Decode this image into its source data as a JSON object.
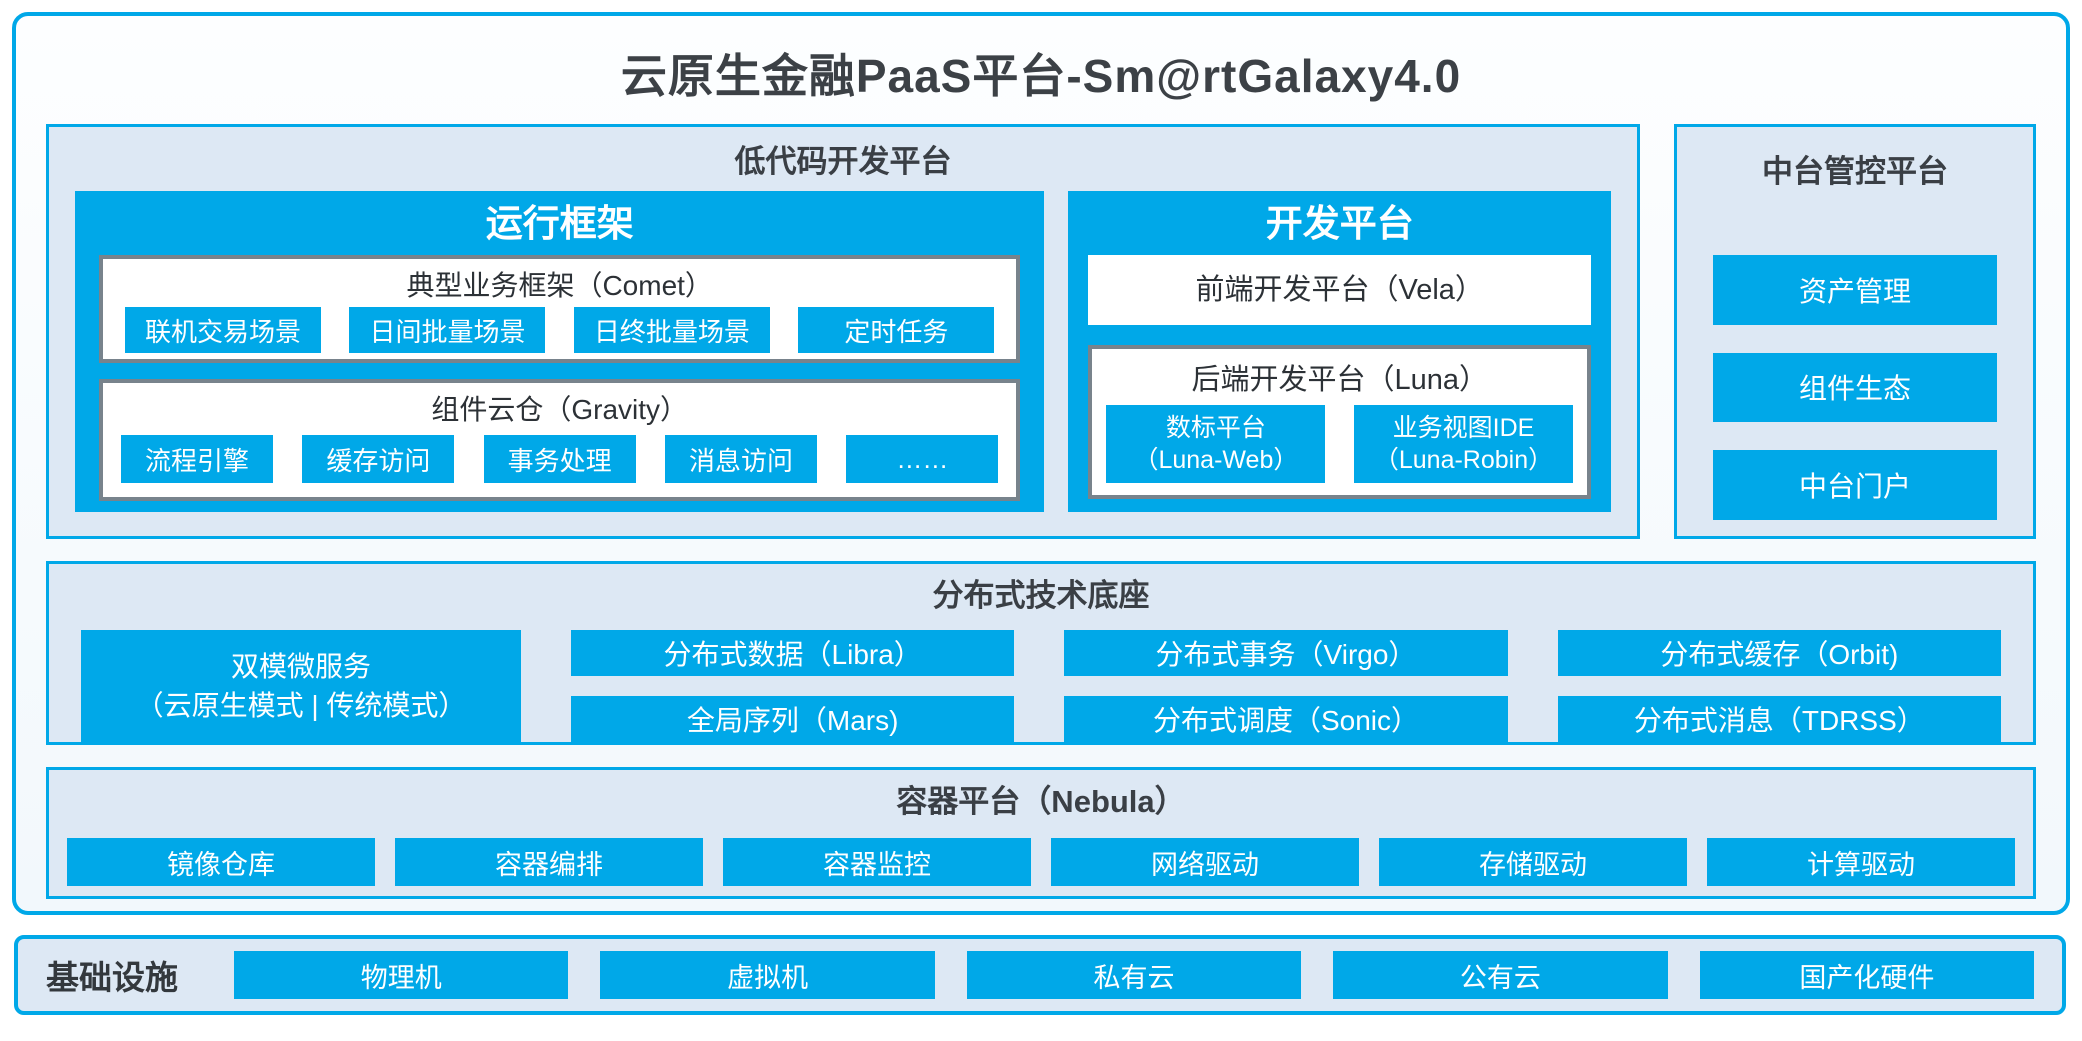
{
  "title": "云原生金融PaaS平台-Sm@rtGalaxy4.0",
  "colors": {
    "accent_blue": "#00A8E8",
    "panel_bg": "#DDE8F4",
    "outer_bg": "#F6FAFD",
    "gray_border": "#78838C",
    "dark_text": "#3A3F45",
    "white_text": "#FFFFFF"
  },
  "low_code": {
    "title": "低代码开发平台",
    "runtime": {
      "title": "运行框架",
      "comet": {
        "title": "典型业务框架（Comet）",
        "items": [
          "联机交易场景",
          "日间批量场景",
          "日终批量场景",
          "定时任务"
        ]
      },
      "gravity": {
        "title": "组件云仓（Gravity）",
        "items": [
          "流程引擎",
          "缓存访问",
          "事务处理",
          "消息访问",
          "……"
        ]
      }
    },
    "dev": {
      "title": "开发平台",
      "vela": "前端开发平台（Vela）",
      "luna": {
        "title": "后端开发平台（Luna）",
        "items": [
          {
            "line1": "数标平台",
            "line2": "（Luna-Web）"
          },
          {
            "line1": "业务视图IDE",
            "line2": "（Luna-Robin）"
          }
        ]
      }
    }
  },
  "midplatform": {
    "title": "中台管控平台",
    "items": [
      "资产管理",
      "组件生态",
      "中台门户"
    ]
  },
  "distributed": {
    "title": "分布式技术底座",
    "dual_mode": {
      "line1": "双模微服务",
      "line2": "（云原生模式 | 传统模式）"
    },
    "row1": [
      "分布式数据（Libra）",
      "分布式事务（Virgo）",
      "分布式缓存（Orbit)"
    ],
    "row2": [
      "全局序列（Mars)",
      "分布式调度（Sonic）",
      "分布式消息（TDRSS）"
    ]
  },
  "container_platform": {
    "title": "容器平台（Nebula）",
    "items": [
      "镜像仓库",
      "容器编排",
      "容器监控",
      "网络驱动",
      "存储驱动",
      "计算驱动"
    ]
  },
  "infrastructure": {
    "title": "基础设施",
    "items": [
      "物理机",
      "虚拟机",
      "私有云",
      "公有云",
      "国产化硬件"
    ]
  }
}
